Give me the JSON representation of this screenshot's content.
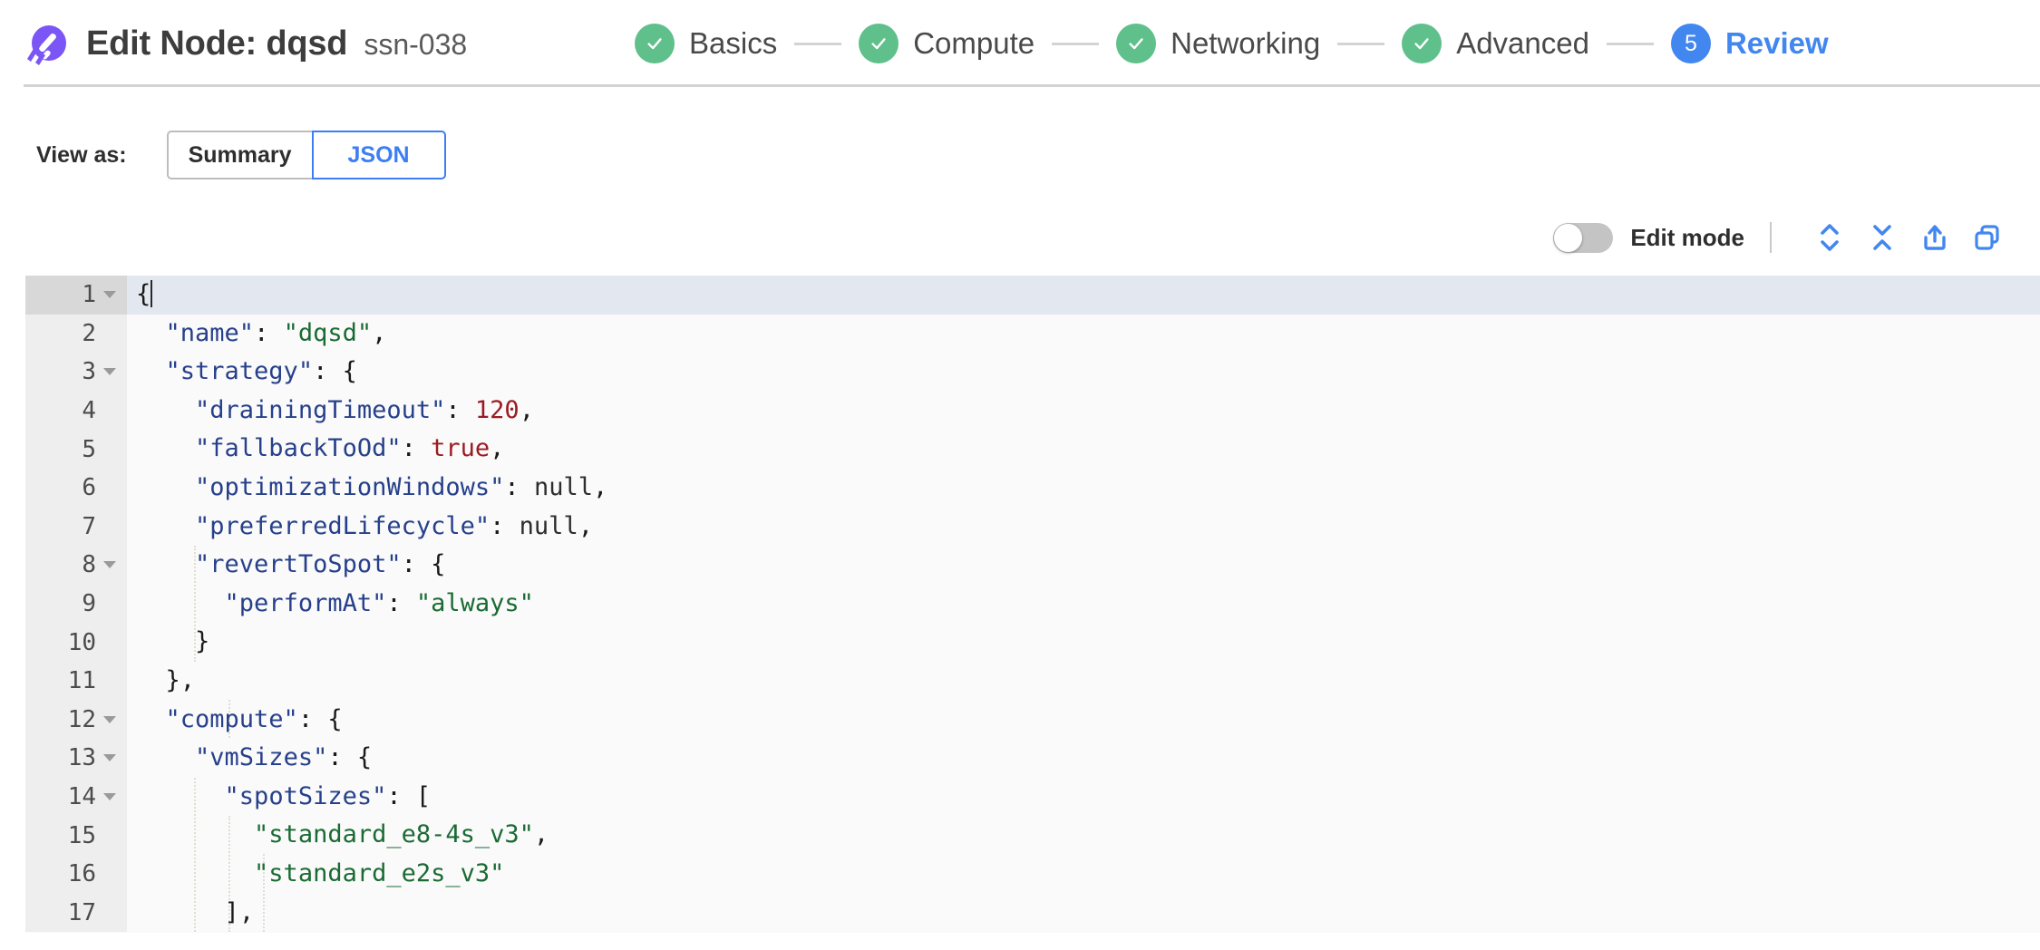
{
  "header": {
    "logo_icon": "spot-comet-logo",
    "title": "Edit Node: dqsd",
    "subtitle": "ssn-038"
  },
  "stepper": {
    "steps": [
      {
        "label": "Basics",
        "state": "done",
        "marker": "check"
      },
      {
        "label": "Compute",
        "state": "done",
        "marker": "check"
      },
      {
        "label": "Networking",
        "state": "done",
        "marker": "check"
      },
      {
        "label": "Advanced",
        "state": "done",
        "marker": "check"
      },
      {
        "label": "Review",
        "state": "active",
        "marker": "5"
      }
    ],
    "active_color": "#4287f0",
    "done_color": "#5fc08b",
    "connector_color": "#d2d3d5"
  },
  "view_as": {
    "label": "View as:",
    "options": [
      {
        "label": "Summary",
        "selected": false
      },
      {
        "label": "JSON",
        "selected": true
      }
    ],
    "selected_color": "#3d7ef5"
  },
  "editor_toolbar": {
    "edit_mode_label": "Edit mode",
    "edit_mode_on": false,
    "icons": [
      {
        "name": "expand-all-icon",
        "tooltip": "Expand all"
      },
      {
        "name": "collapse-all-icon",
        "tooltip": "Collapse all"
      },
      {
        "name": "export-icon",
        "tooltip": "Export"
      },
      {
        "name": "copy-icon",
        "tooltip": "Copy"
      }
    ],
    "icon_color": "#4287f0"
  },
  "editor": {
    "active_line": 1,
    "syntax_colors": {
      "key": "#27408b",
      "string": "#1a6b33",
      "number": "#9b1c22",
      "boolean": "#9b1c22",
      "null": "#2d2d2d",
      "punctuation": "#1a1a1a",
      "active_line_bg": "#e3e7ef",
      "background": "#fafafa",
      "gutter_bg": "#eeeeee"
    },
    "lines": [
      {
        "num": "1",
        "foldable": true,
        "text": "{"
      },
      {
        "num": "2",
        "foldable": false,
        "text": "  \"name\": \"dqsd\","
      },
      {
        "num": "3",
        "foldable": true,
        "text": "  \"strategy\": {"
      },
      {
        "num": "4",
        "foldable": false,
        "text": "    \"drainingTimeout\": 120,"
      },
      {
        "num": "5",
        "foldable": false,
        "text": "    \"fallbackToOd\": true,"
      },
      {
        "num": "6",
        "foldable": false,
        "text": "    \"optimizationWindows\": null,"
      },
      {
        "num": "7",
        "foldable": false,
        "text": "    \"preferredLifecycle\": null,"
      },
      {
        "num": "8",
        "foldable": true,
        "text": "    \"revertToSpot\": {"
      },
      {
        "num": "9",
        "foldable": false,
        "text": "      \"performAt\": \"always\""
      },
      {
        "num": "10",
        "foldable": false,
        "text": "    }"
      },
      {
        "num": "11",
        "foldable": false,
        "text": "  },"
      },
      {
        "num": "12",
        "foldable": true,
        "text": "  \"compute\": {"
      },
      {
        "num": "13",
        "foldable": true,
        "text": "    \"vmSizes\": {"
      },
      {
        "num": "14",
        "foldable": true,
        "text": "      \"spotSizes\": ["
      },
      {
        "num": "15",
        "foldable": false,
        "text": "        \"standard_e8-4s_v3\","
      },
      {
        "num": "16",
        "foldable": false,
        "text": "        \"standard_e2s_v3\""
      },
      {
        "num": "17",
        "foldable": false,
        "text": "      ],"
      }
    ],
    "document": {
      "name": "dqsd",
      "strategy": {
        "drainingTimeout": 120,
        "fallbackToOd": true,
        "optimizationWindows": null,
        "preferredLifecycle": null,
        "revertToSpot": {
          "performAt": "always"
        }
      },
      "compute": {
        "vmSizes": {
          "spotSizes": [
            "standard_e8-4s_v3",
            "standard_e2s_v3"
          ]
        }
      }
    }
  }
}
